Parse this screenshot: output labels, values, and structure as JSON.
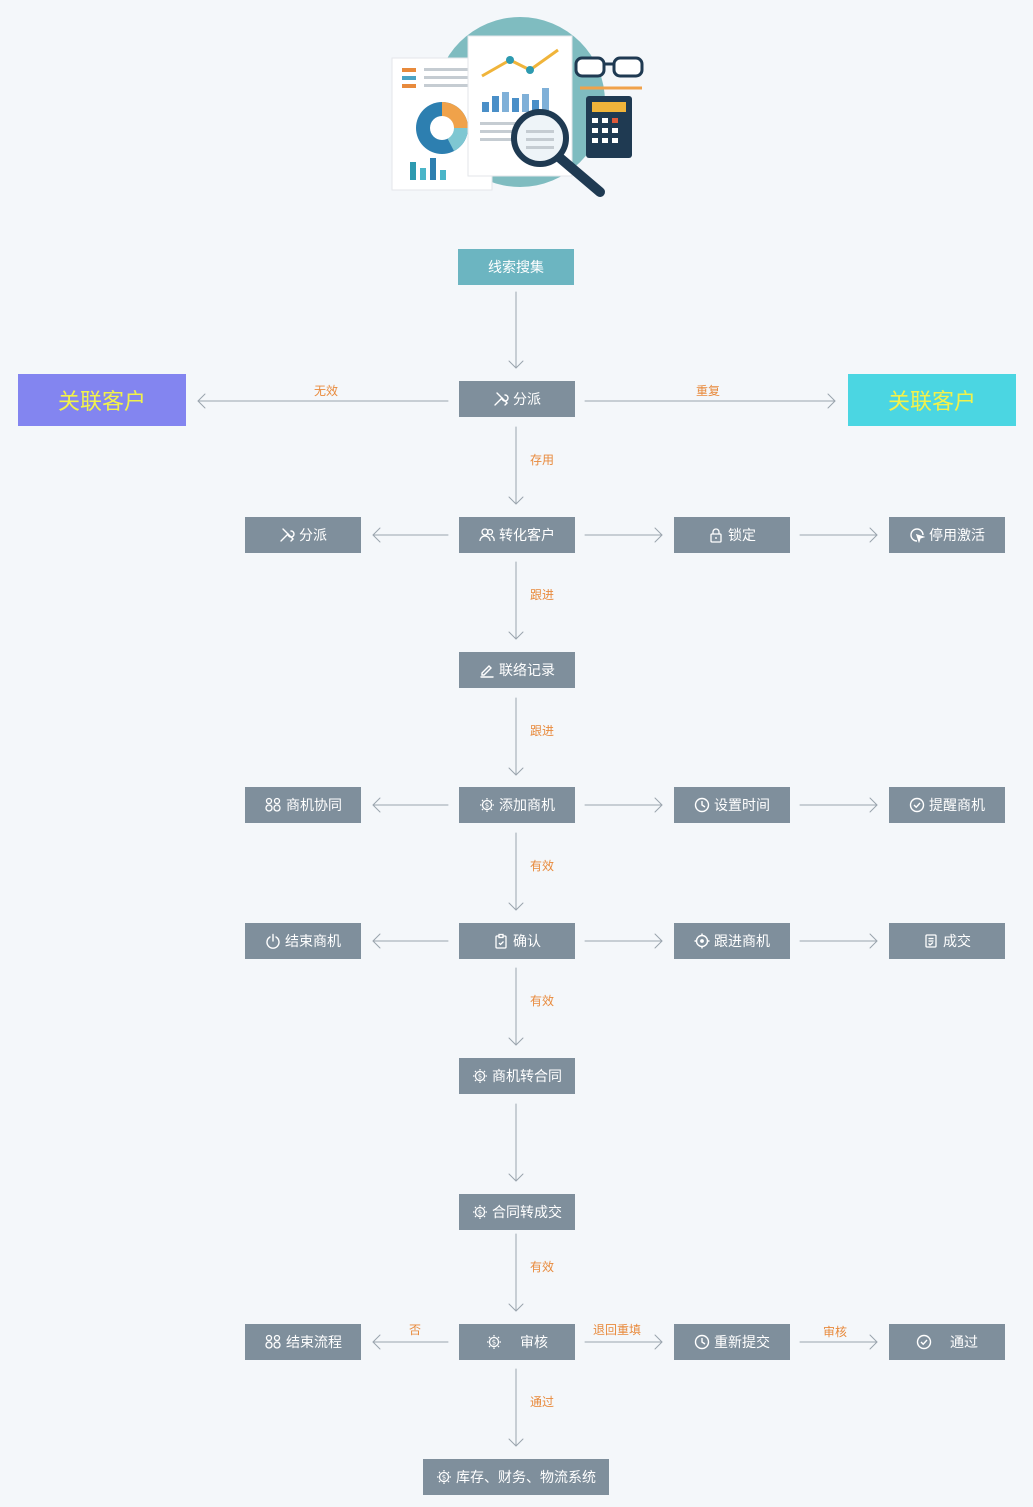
{
  "big_boxes": {
    "left": "关联客户",
    "right": "关联客户"
  },
  "colors": {
    "box": "#7f8f9c",
    "top_box": "#6cb5c1",
    "big_left": "#8385f0",
    "big_right": "#4bd6e2",
    "big_text": "#f2f24a",
    "edge_label": "#e88a3c",
    "line": "#9aa4ad"
  },
  "nodes": {
    "start": {
      "label": "线索搜集",
      "icon": ""
    },
    "assign_main": {
      "label": "分派",
      "icon": "tools-icon"
    },
    "assign_left": {
      "label": "分派",
      "icon": "tools-icon"
    },
    "convert": {
      "label": "转化客户",
      "icon": "users-icon"
    },
    "lock": {
      "label": "锁定",
      "icon": "lock-icon"
    },
    "reactivate": {
      "label": "停用激活",
      "icon": "cursor-icon"
    },
    "contact": {
      "label": "联络记录",
      "icon": "edit-icon"
    },
    "collab": {
      "label": "商机协同",
      "icon": "link-icon"
    },
    "add_opp": {
      "label": "添加商机",
      "icon": "bulb-icon"
    },
    "set_time": {
      "label": "设置时间",
      "icon": "clock-icon"
    },
    "remind": {
      "label": "提醒商机",
      "icon": "check-circle-icon"
    },
    "end_opp": {
      "label": "结束商机",
      "icon": "power-icon"
    },
    "confirm": {
      "label": "确认",
      "icon": "clipboard-icon"
    },
    "follow_opp": {
      "label": "跟进商机",
      "icon": "target-icon"
    },
    "deal": {
      "label": "成交",
      "icon": "document-icon"
    },
    "opp_contract": {
      "label": "商机转合同",
      "icon": "bulb-icon"
    },
    "contract_deal": {
      "label": "合同转成交",
      "icon": "bulb-icon"
    },
    "end_flow": {
      "label": "结束流程",
      "icon": "link-icon"
    },
    "review": {
      "label": "审核",
      "icon": "bulb-icon"
    },
    "resubmit": {
      "label": "重新提交",
      "icon": "clock-icon"
    },
    "pass": {
      "label": "通过",
      "icon": "check-circle-icon"
    },
    "systems": {
      "label": "库存、财务、物流系统",
      "icon": "bulb-icon"
    }
  },
  "edge_labels": {
    "invalid": "无效",
    "duplicate": "重复",
    "keep": "存用",
    "follow1": "跟进",
    "follow2": "跟进",
    "valid1": "有效",
    "valid2": "有效",
    "valid3": "有效",
    "no": "否",
    "return": "退回重填",
    "audit": "审核",
    "passed": "通过"
  }
}
